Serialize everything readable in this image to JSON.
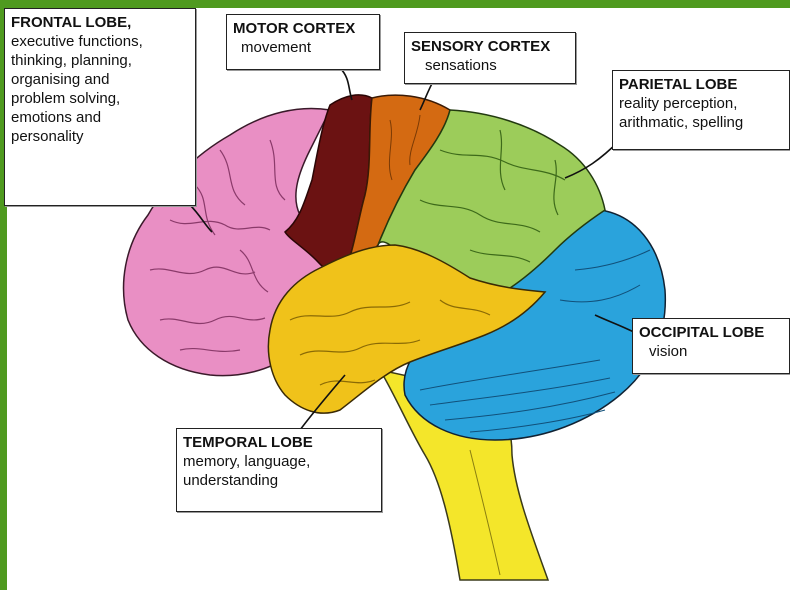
{
  "labels": {
    "frontal": {
      "title": "FRONTAL LOBE,",
      "desc": "executive functions,\nthinking, planning,\norganising and\nproblem solving,\nemotions and\npersonality"
    },
    "motor": {
      "title": "MOTOR CORTEX",
      "desc": "movement"
    },
    "sensory": {
      "title": "SENSORY CORTEX",
      "desc": "sensations"
    },
    "parietal": {
      "title": "PARIETAL LOBE",
      "desc": "reality perception,\narithmatic, spelling"
    },
    "occipital": {
      "title": "OCCIPITAL LOBE",
      "desc": "vision"
    },
    "temporal": {
      "title": "TEMPORAL LOBE",
      "desc": "memory, language,\nunderstanding"
    }
  },
  "colors": {
    "frontal": "#e98fc4",
    "motor": "#6b1212",
    "sensory": "#d46a12",
    "parietal": "#9ccc5a",
    "occipital": "#2aa3dc",
    "temporal": "#f0c21a",
    "brainstem": "#f4e62a",
    "frame": "#4f9a1f"
  },
  "icons": [
    "brain-illustration"
  ]
}
